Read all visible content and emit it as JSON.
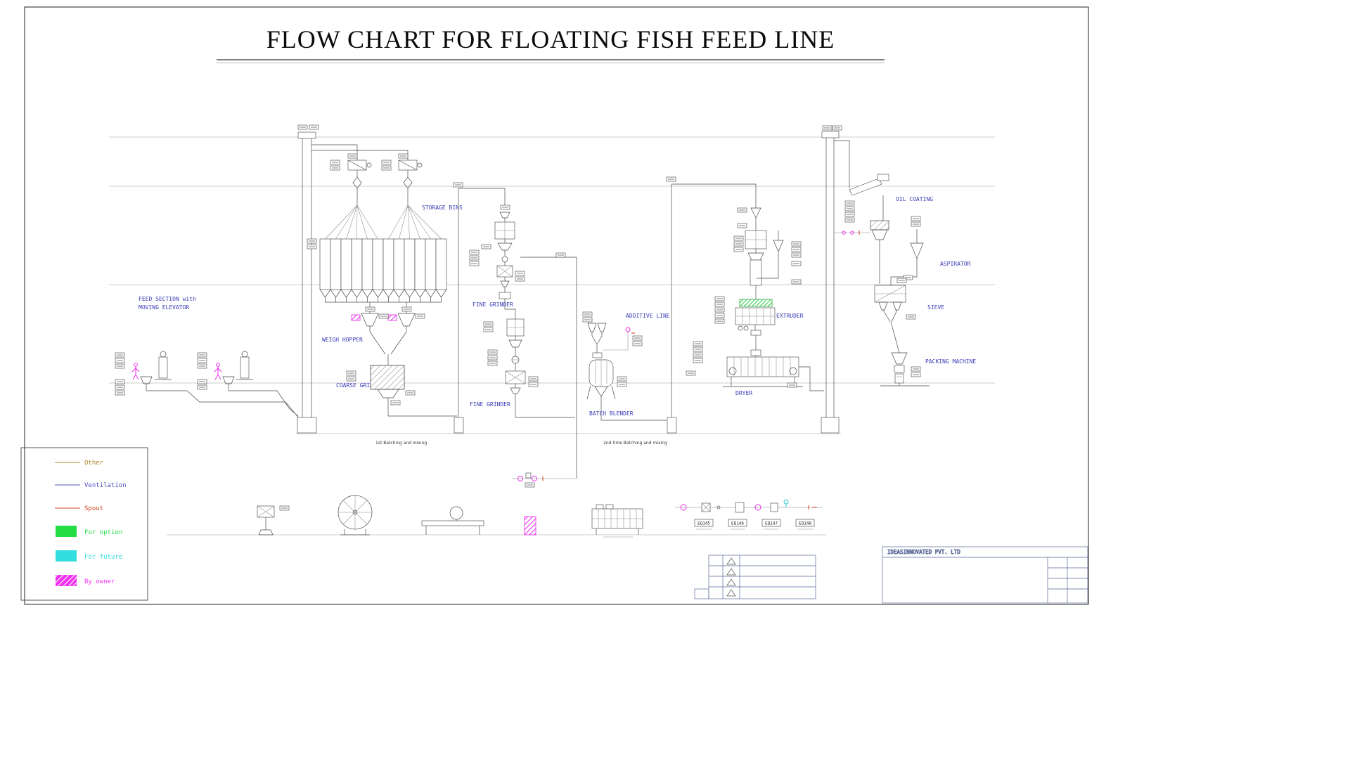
{
  "title": "FLOW CHART FOR  FLOATING FISH FEED LINE",
  "sections": {
    "feed_section_1": "FEED SECTION with",
    "feed_section_2": "MOVING ELEVATOR",
    "storage_bins": "STORAGE BINS",
    "weigh_hopper": "WEIGH HOPPER",
    "coarse_grinder": "COARSE GRINDER",
    "fine_grinder_upper": "FINE GRINDER",
    "fine_grinder_lower": "FINE GRINDER",
    "additive_line": "ADDITIVE LINE",
    "batch_blender": "BATCH BLENDER",
    "extruder": "EXTRUDER",
    "dryer": "DRYER",
    "oil_coating": "OIL COATING",
    "aspirator": "ASPIRATOR",
    "sieve": "SIEVE",
    "packing_machine": "PACKING MACHINE"
  },
  "annotations": {
    "batching_1": "1st Batching and mixing",
    "batching_2": "2nd time Batching and mixing"
  },
  "equipment_tags": [
    "EQ145",
    "EQ146",
    "EQ147",
    "EQ148"
  ],
  "legend": {
    "items": [
      {
        "label": "Other",
        "type": "line",
        "color": "#b0862a"
      },
      {
        "label": "Ventilation",
        "type": "line",
        "color": "#5050c0"
      },
      {
        "label": "Spout",
        "type": "line",
        "color": "#cc4422"
      },
      {
        "label": "For option",
        "type": "box",
        "color": "#22dd44"
      },
      {
        "label": "For future",
        "type": "box",
        "color": "#33dede"
      },
      {
        "label": "By owner",
        "type": "box",
        "color": "#ee33ee"
      }
    ]
  },
  "title_block": {
    "company": "IDEASINNOVATED PVT. LTD"
  }
}
